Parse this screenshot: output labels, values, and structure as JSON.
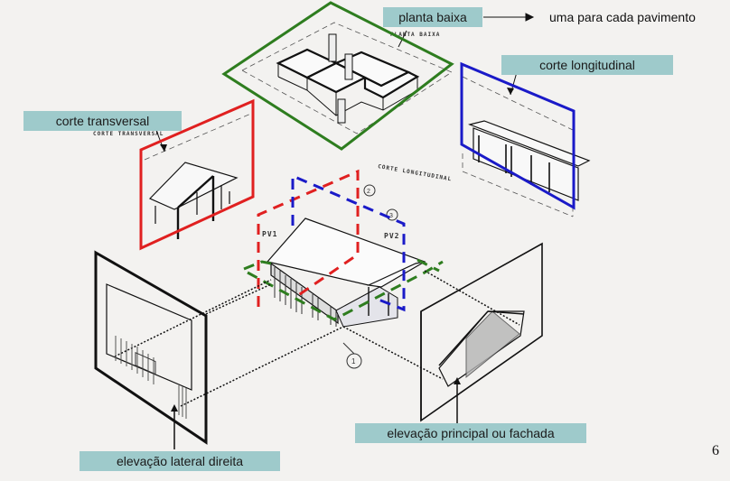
{
  "diagram": {
    "labels": {
      "planta_baixa": "planta baixa",
      "corte_longitudinal": "corte longitudinal",
      "corte_transversal": "corte transversal",
      "elevacao_lateral": "elevação lateral direita",
      "elevacao_principal": "elevação principal ou fachada"
    },
    "note": "uma para cada pavimento",
    "page_number": "6",
    "drawing_captions": {
      "planta": "PLANTA BAIXA",
      "transversal": "CORTE TRANSVERSAL",
      "longitudinal": "CORTE LONGITUDINAL",
      "pv1": "PV1",
      "pv2": "PV2",
      "marker_1": "1",
      "marker_2": "2",
      "marker_3": "3"
    },
    "colors": {
      "plan_plane": "#2e7d1f",
      "transversal_plane": "#e02020",
      "longitudinal_plane": "#1a1ac8",
      "elevation_plane": "#111111",
      "label_bg": "#9ecacb",
      "background": "#f3f2f0"
    }
  }
}
